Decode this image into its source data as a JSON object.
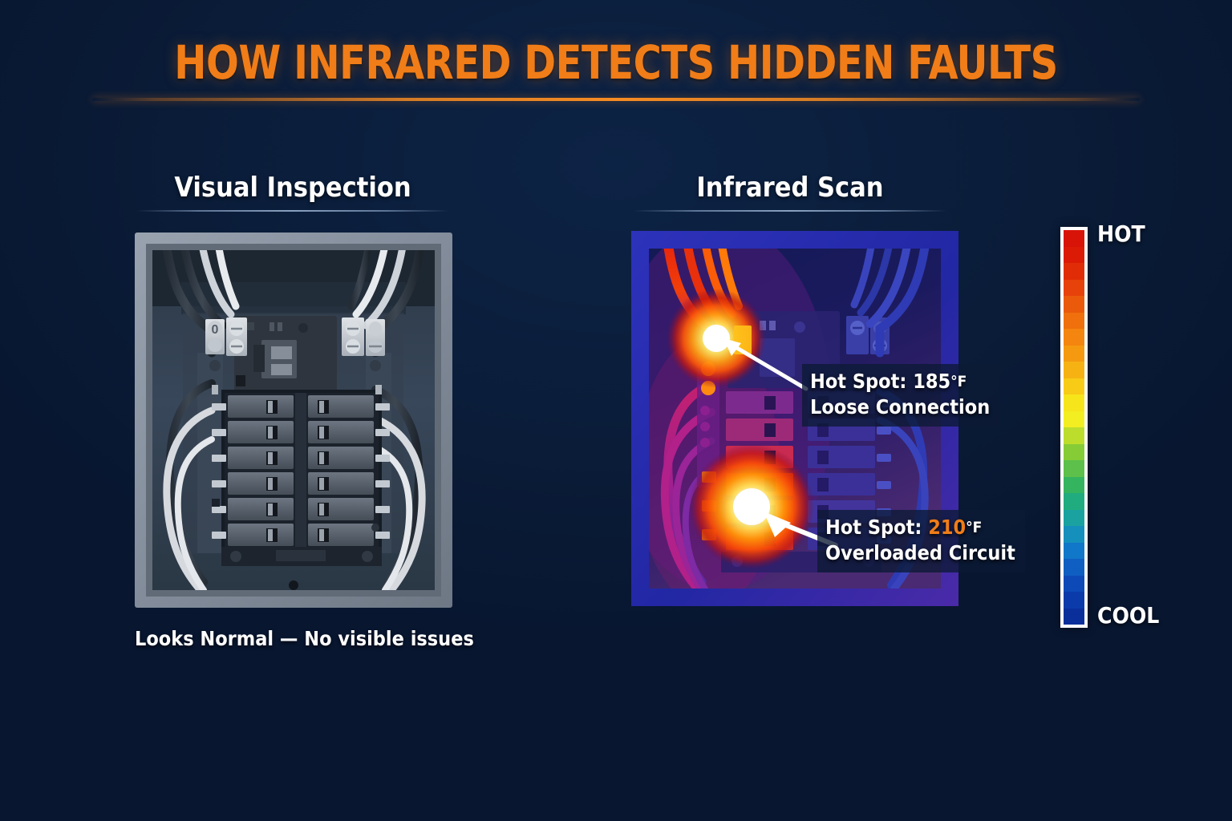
{
  "title": "HOW INFRARED DETECTS HIDDEN FAULTS",
  "columns": {
    "left": {
      "heading": "Visual Inspection",
      "caption": "Looks Normal — No visible issues"
    },
    "right": {
      "heading": "Infrared Scan"
    }
  },
  "annotations": [
    {
      "prefix": "Hot Spot: ",
      "value": "185",
      "unit": "°F",
      "value_highlighted": false,
      "detail": "Loose Connection"
    },
    {
      "prefix": "Hot Spot: ",
      "value": "210",
      "unit": "°F",
      "value_highlighted": true,
      "detail": "Overloaded Circuit"
    }
  ],
  "legend": {
    "hot_label": "HOT",
    "cool_label": "COOL",
    "bands": [
      "#d81408",
      "#dc1b07",
      "#e12d07",
      "#e64209",
      "#ea5a0a",
      "#ef700c",
      "#f4850e",
      "#f59a10",
      "#f6b213",
      "#f8cb17",
      "#f7e51c",
      "#f2ee22",
      "#bcdd2c",
      "#86cc36",
      "#5cc04a",
      "#35b45f",
      "#20ac7e",
      "#1aa2a0",
      "#1590bd",
      "#1177c8",
      "#0f5fc2",
      "#0d4ab8",
      "#0b3bab",
      "#0a2f9b"
    ]
  },
  "colors": {
    "background": "#0a1c38",
    "accent_orange": "#f07d18",
    "text_white": "#ffffff",
    "panel_frame_gray": "#8d96a3",
    "ir_frame_blue": "#2b30b0"
  },
  "icons": {
    "arrow_1": "arrow-pointer-icon",
    "arrow_2": "arrow-pointer-icon"
  }
}
